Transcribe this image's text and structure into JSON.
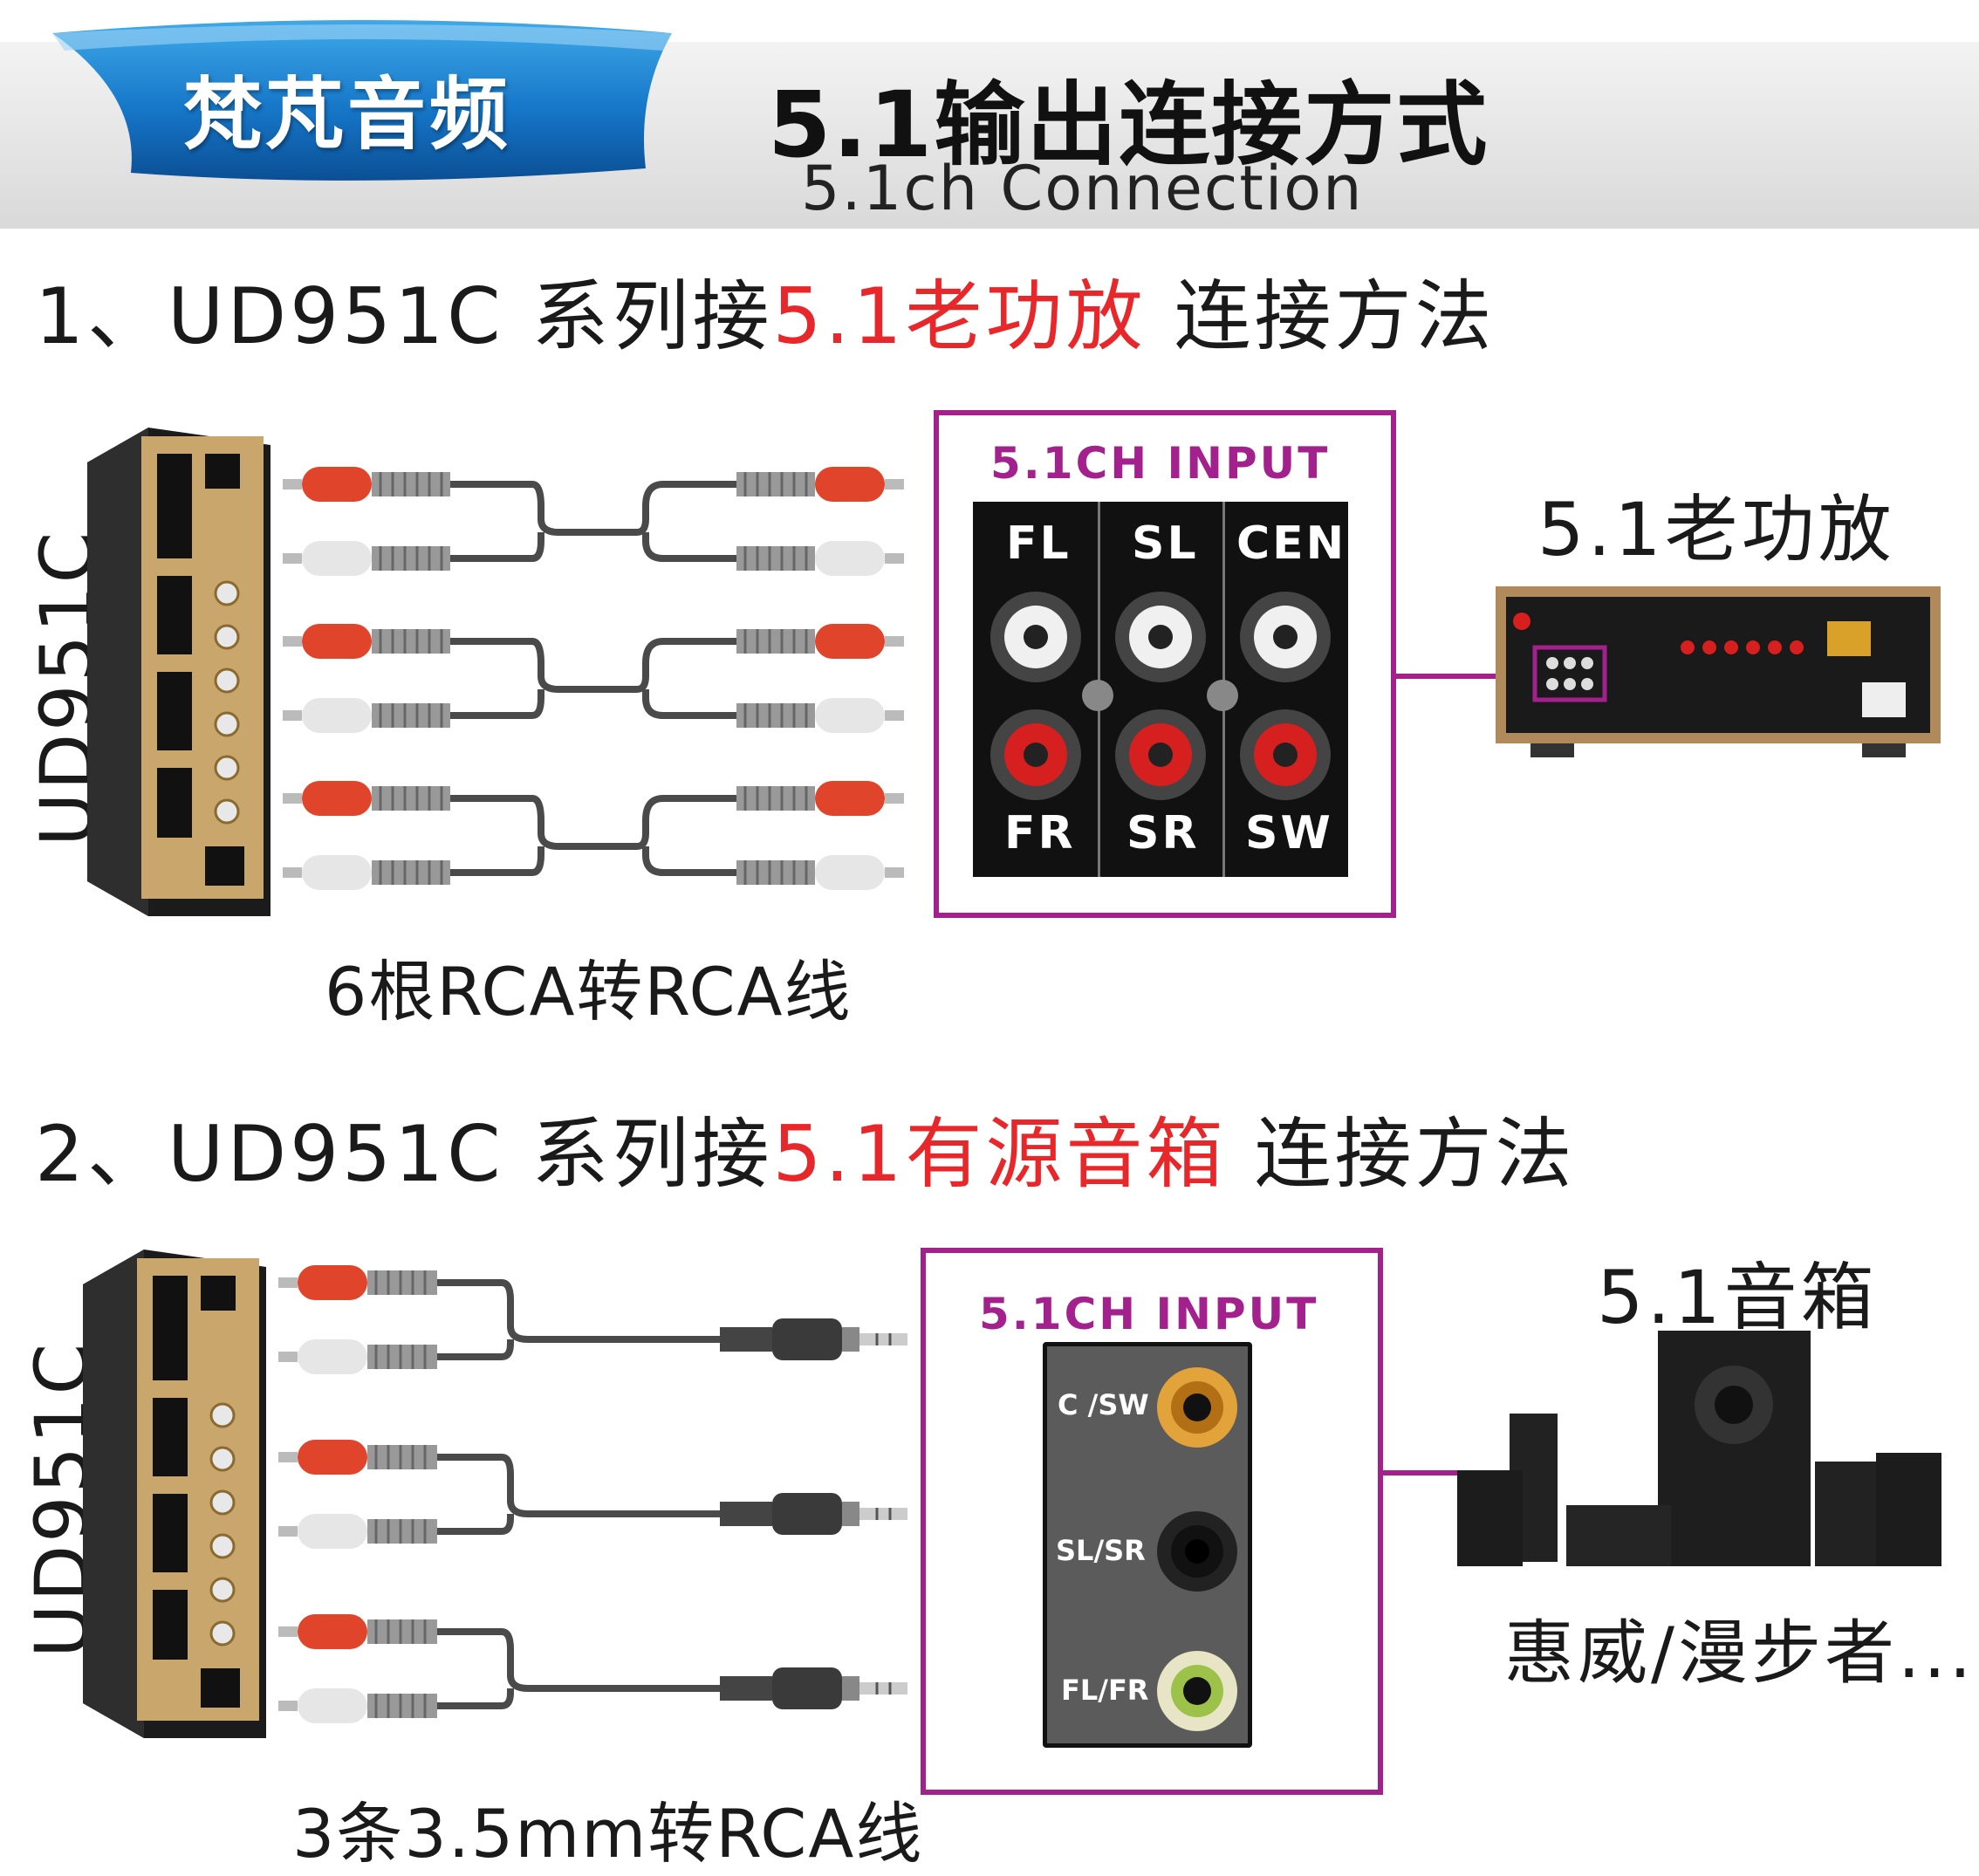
{
  "header": {
    "brand": "梵芃音频",
    "title": "5.1输出连接方式",
    "subtitle": "5.1ch Connection"
  },
  "section1": {
    "prefix": "1、UD951C 系列接",
    "highlight": "5.1老功放",
    "suffix": " 连接方法",
    "device_label": "UD951C",
    "cable_caption": "6根RCA转RCA线",
    "input_title": "5.1CH INPUT",
    "jacks_top": [
      "FL",
      "SL",
      "CEN"
    ],
    "jacks_bottom": [
      "FR",
      "SR",
      "SW"
    ],
    "target_label": "5.1老功放"
  },
  "section2": {
    "prefix": "2、UD951C 系列接",
    "highlight": "5.1有源音箱",
    "suffix": " 连接方法",
    "device_label": "UD951C",
    "cable_caption": "3条3.5mm转RCA线",
    "input_title": "5.1CH INPUT",
    "jacks": [
      "C /SW",
      "SL/SR",
      "FL/FR"
    ],
    "target_label": "5.1音箱",
    "brands": "惠威/漫步者..."
  },
  "colors": {
    "accent": "#a3218d",
    "highlight_red": "#e8272a",
    "rca_red": "#e0442a",
    "rca_white": "#e6e6e6"
  }
}
